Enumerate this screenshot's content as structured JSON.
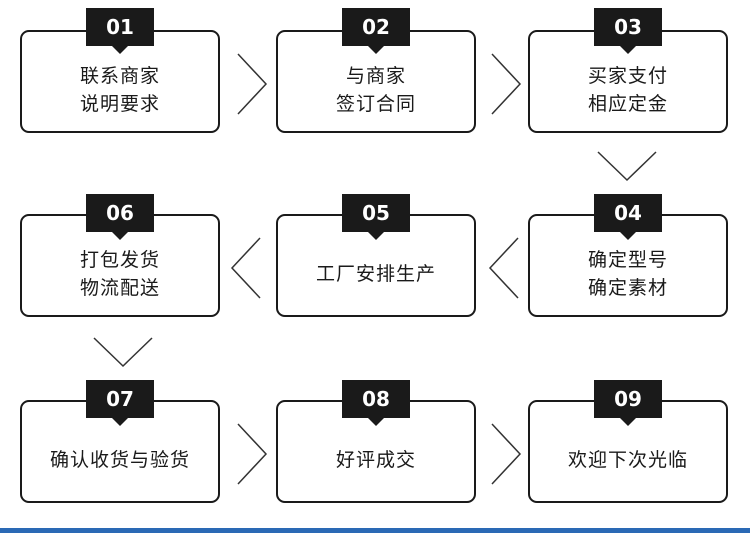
{
  "steps": [
    {
      "num": "01",
      "lines": [
        "联系商家",
        "说明要求"
      ]
    },
    {
      "num": "02",
      "lines": [
        "与商家",
        "签订合同"
      ]
    },
    {
      "num": "03",
      "lines": [
        "买家支付",
        "相应定金"
      ]
    },
    {
      "num": "04",
      "lines": [
        "确定型号",
        "确定素材"
      ]
    },
    {
      "num": "05",
      "lines": [
        "工厂安排生产"
      ]
    },
    {
      "num": "06",
      "lines": [
        "打包发货",
        "物流配送"
      ]
    },
    {
      "num": "07",
      "lines": [
        "确认收货与验货"
      ]
    },
    {
      "num": "08",
      "lines": [
        "好评成交"
      ]
    },
    {
      "num": "09",
      "lines": [
        "欢迎下次光临"
      ]
    }
  ],
  "colors": {
    "badge": "#1a1a1a",
    "accent_bar": "#2a69b5"
  }
}
